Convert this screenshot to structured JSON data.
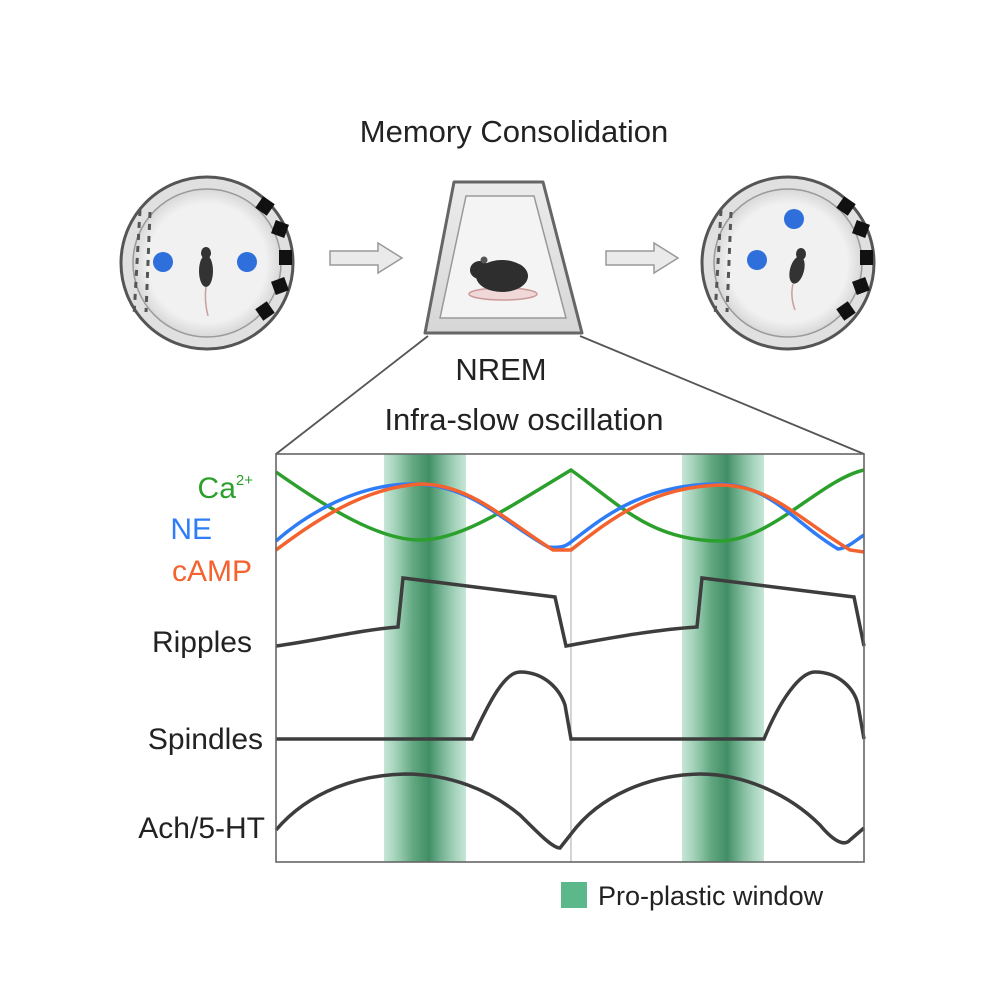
{
  "title": "Memory Consolidation",
  "sleep_stage": "NREM",
  "oscillation": "Infra-slow oscillation",
  "traces": {
    "ca": {
      "base": "Ca",
      "sup": "2+",
      "color": "#2ca02c"
    },
    "ne": {
      "label": "NE",
      "color": "#2f7df6"
    },
    "camp": {
      "label": "cAMP",
      "color": "#f4622e"
    },
    "ripples": {
      "label": "Ripples"
    },
    "spindles": {
      "label": "Spindles"
    },
    "ach": {
      "label": "Ach/5-HT"
    }
  },
  "legend": {
    "label": "Pro-plastic window",
    "color": "#5cb88a"
  },
  "colors": {
    "arena_dot": "#2f6fdc",
    "trace_dark": "#3d3d3d",
    "frame": "#555555"
  }
}
